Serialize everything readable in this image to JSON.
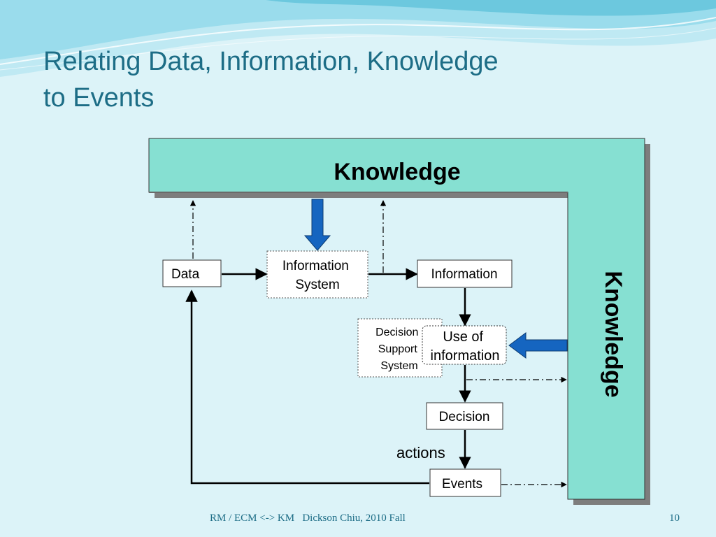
{
  "title": {
    "line1": "Relating Data, Information, Knowledge",
    "line2": "to Events"
  },
  "diagram": {
    "knowledge_top": "Knowledge",
    "knowledge_side": "Knowledge",
    "data": "Data",
    "information_system": [
      "Information",
      "System"
    ],
    "information": "Information",
    "decision_support_system": [
      "Decision",
      "Support",
      "System"
    ],
    "use_of_information": [
      "Use of",
      "information"
    ],
    "decision": "Decision",
    "actions": "actions",
    "events": "Events"
  },
  "footer": {
    "text": "RM / ECM <-> KM   Dickson Chiu, 2010 Fall",
    "page_number": "10"
  },
  "colors": {
    "background": "#dcf3f8",
    "title": "#1d6d86",
    "knowledge_fill": "#86e0d2",
    "arrow_blue": "#1565c0"
  }
}
